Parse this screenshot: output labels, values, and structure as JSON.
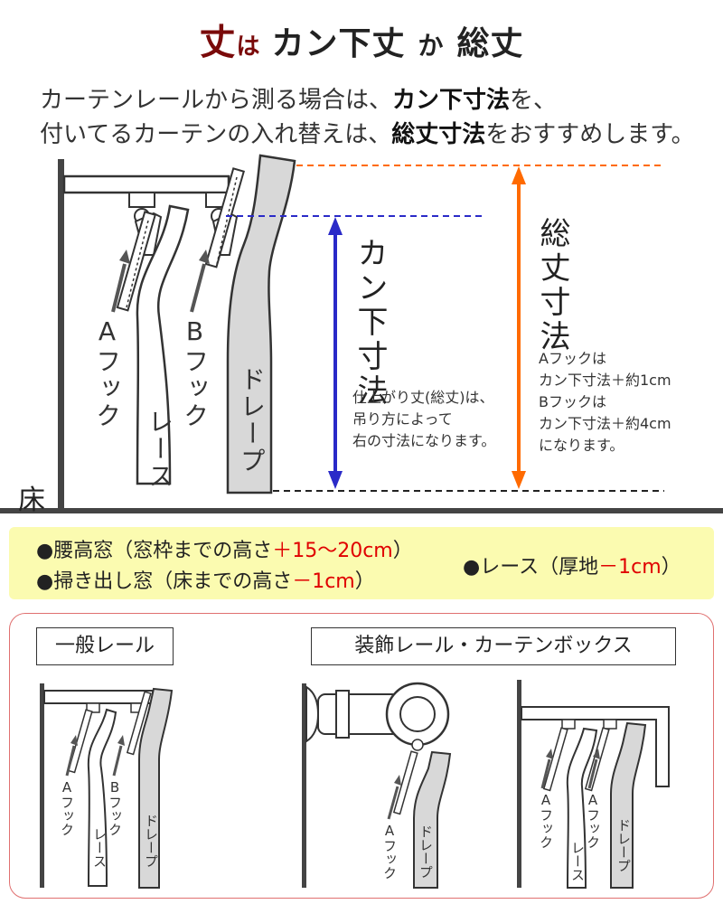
{
  "title": {
    "part1": "丈",
    "part2": "は",
    "part3": "カン下丈",
    "part4": "か",
    "part5": "総丈"
  },
  "intro": {
    "line1_a": "カーテンレールから測る場合は、",
    "line1_b": "カン下寸法",
    "line1_c": "を、",
    "line2_a": "付いてるカーテンの入れ替えは、",
    "line2_b": "総丈寸法",
    "line2_c": "をおすすめします。"
  },
  "diagram": {
    "hook_a": "Aフック",
    "hook_b": "Bフック",
    "lace": "レース",
    "drape": "ドレープ",
    "floor": "床",
    "kan_label": "カン下寸法",
    "kan_note": [
      "仕上がり丈(総丈)は、",
      "吊り方によって",
      "右の寸法になります。"
    ],
    "sou_label": "総丈寸法",
    "sou_note": [
      "Aフックは",
      "カン下寸法＋約1cm",
      "Bフックは",
      "カン下寸法＋約4cm",
      "になります。"
    ],
    "colors": {
      "orange": "#ff6a00",
      "blue": "#2a2ac8",
      "drape_fill": "#d8d8d8"
    }
  },
  "info": {
    "line1_a": "●腰高窓（窓枠までの高さ",
    "line1_b": "＋15～20cm",
    "line1_c": "）",
    "line2_a": "●掃き出し窓（床までの高さ",
    "line2_b": "－1cm",
    "line2_c": "）",
    "line3_a": "●レース（厚地",
    "line3_b": "－1cm",
    "line3_c": "）"
  },
  "bottom": {
    "tab_general": "一般レール",
    "tab_decor": "装飾レール・カーテンボックス",
    "hook_a": "Aフック",
    "hook_b": "Bフック",
    "lace": "レース",
    "drape": "ドレープ"
  }
}
